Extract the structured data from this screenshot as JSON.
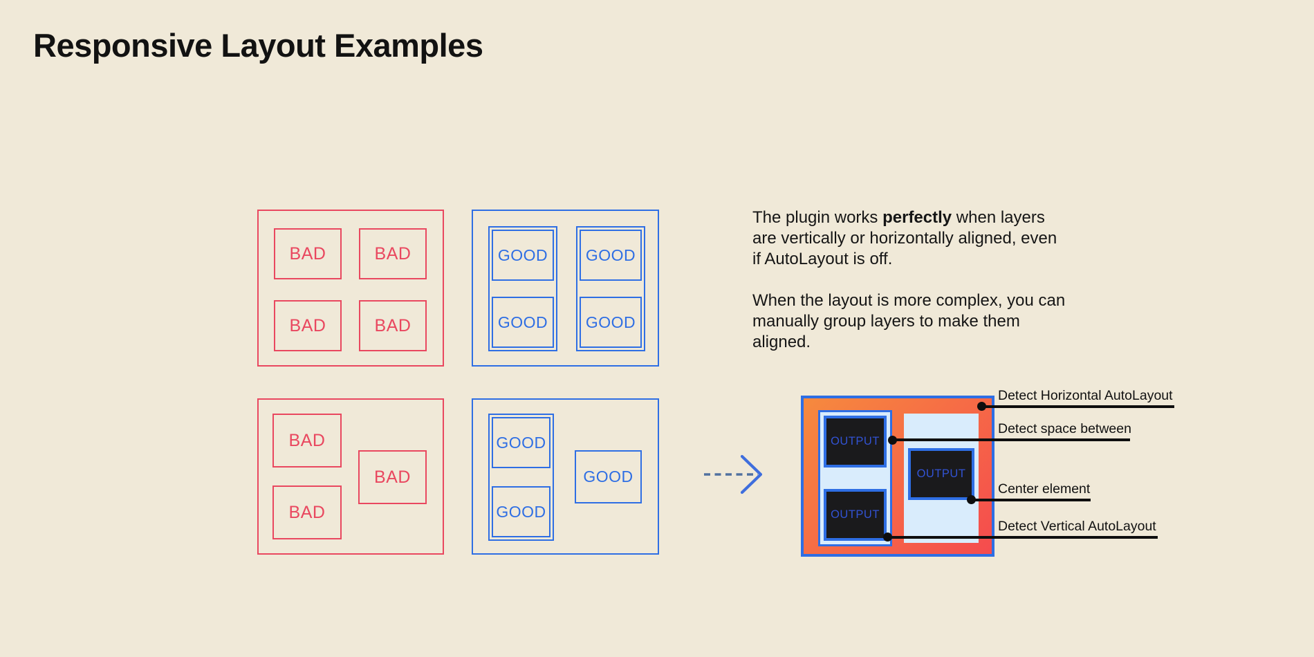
{
  "title": "Responsive Layout Examples",
  "labels": {
    "bad": "BAD",
    "good": "GOOD",
    "output": "OUTPUT"
  },
  "description": {
    "p1_before": "The plugin works ",
    "p1_bold": "perfectly",
    "p1_after": " when layers are vertically or horizontally aligned, even if AutoLayout is off.",
    "p2": "When the layout is more complex, you can manually group layers to make them aligned."
  },
  "callouts": [
    {
      "label": "Detect Horizontal AutoLayout"
    },
    {
      "label": "Detect space between"
    },
    {
      "label": "Center element"
    },
    {
      "label": "Detect Vertical AutoLayout"
    }
  ],
  "colors": {
    "background": "#f0e9d8",
    "ink": "#131313",
    "red": "#e9475f",
    "blue": "#2e6ee4",
    "panel": "#d9ecfc",
    "output_bg": "#1a1a1c",
    "output_text": "#3253d4",
    "grad_start": "#f68a3e",
    "grad_end": "#f54b4e",
    "callout": "#0e0e0e",
    "arrow_dash": "#51719f",
    "arrow_head": "#3f6edd"
  }
}
